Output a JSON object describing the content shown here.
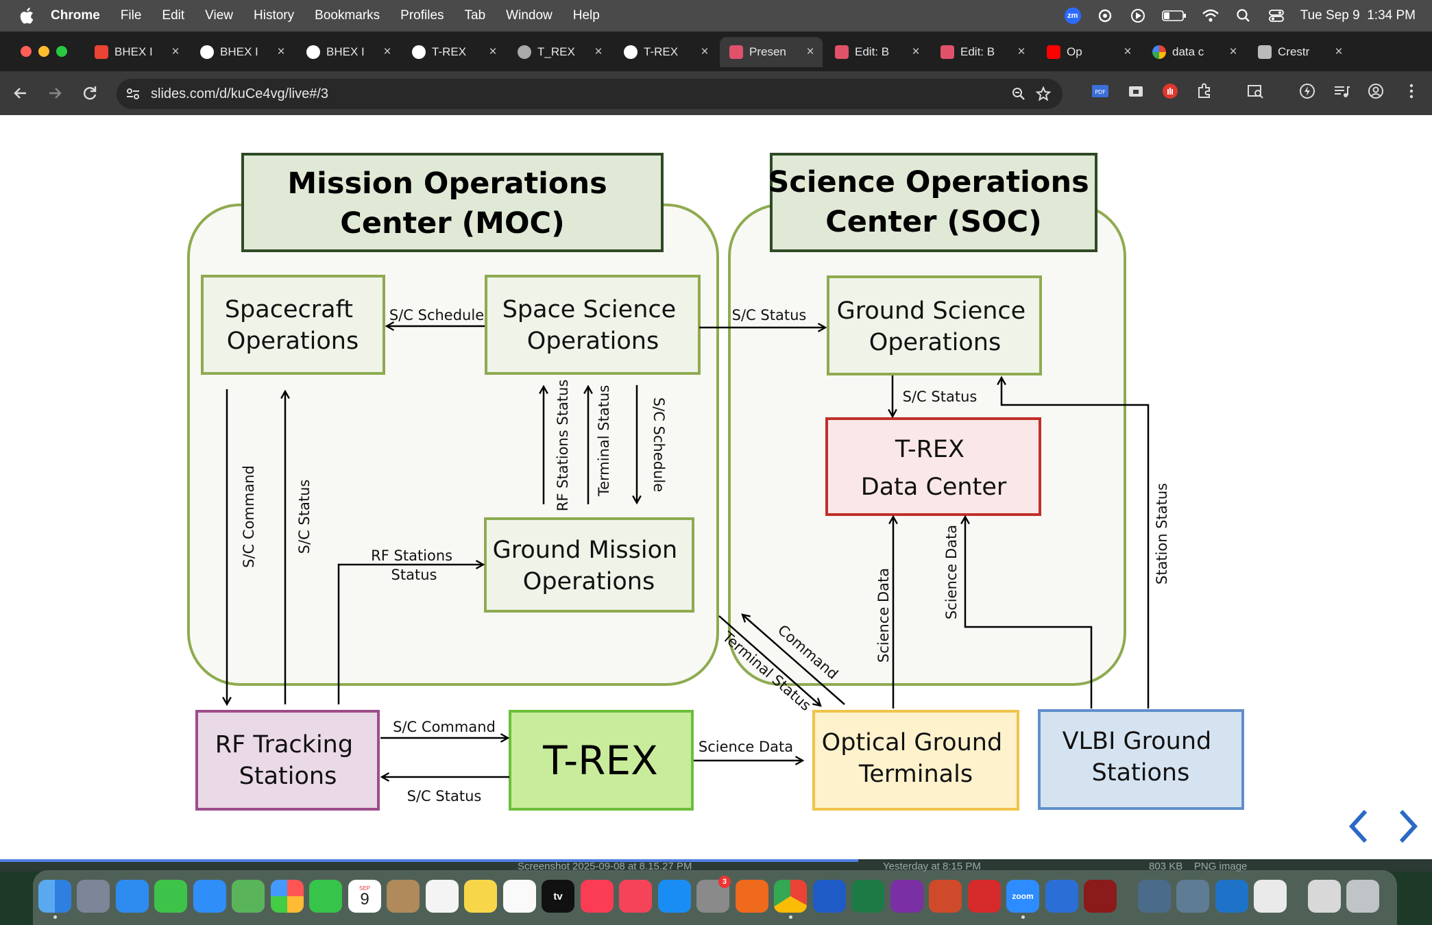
{
  "menubar": {
    "app_name": "Chrome",
    "items": [
      "File",
      "Edit",
      "View",
      "History",
      "Bookmarks",
      "Profiles",
      "Tab",
      "Window",
      "Help"
    ],
    "zoom_badge": "zm",
    "datetime": "Tue Sep 9  1:34 PM"
  },
  "tabs": [
    {
      "title": "BHEX I",
      "icon": "gmail-icon",
      "color": "#ea4335"
    },
    {
      "title": "BHEX I",
      "icon": "openai-icon",
      "color": "#ffffff"
    },
    {
      "title": "BHEX I",
      "icon": "openai-icon",
      "color": "#ffffff"
    },
    {
      "title": "T-REX",
      "icon": "openai-icon",
      "color": "#ffffff"
    },
    {
      "title": "T_REX",
      "icon": "globe-icon",
      "color": "#aaaaaa"
    },
    {
      "title": "T-REX",
      "icon": "openai-icon",
      "color": "#ffffff"
    },
    {
      "title": "Presen",
      "icon": "slides-icon",
      "color": "#e0526a",
      "active": true
    },
    {
      "title": "Edit: B",
      "icon": "slides-icon",
      "color": "#e0526a"
    },
    {
      "title": "Edit: B",
      "icon": "slides-icon",
      "color": "#e0526a"
    },
    {
      "title": "Op",
      "icon": "youtube-icon",
      "color": "#ff0000"
    },
    {
      "title": "data c",
      "icon": "google-icon",
      "color": "#4285f4"
    },
    {
      "title": "Crestr",
      "icon": "crestron-icon",
      "color": "#bbbbbb"
    }
  ],
  "toolbar": {
    "url": "slides.com/d/kuCe4vg/live#/3"
  },
  "diagram": {
    "moc_title": [
      "Mission Operations",
      "Center (MOC)"
    ],
    "soc_title": [
      "Science Operations",
      "Center (SOC)"
    ],
    "spacecraft_ops": [
      "Spacecraft",
      "Operations"
    ],
    "space_science_ops": [
      "Space Science",
      "Operations"
    ],
    "ground_mission_ops": [
      "Ground Mission",
      "Operations"
    ],
    "ground_science_ops": [
      "Ground Science",
      "Operations"
    ],
    "trex_data_center": [
      "T-REX",
      "Data Center"
    ],
    "rf_tracking": [
      "RF Tracking",
      "Stations"
    ],
    "trex": "T-REX",
    "optical_terminals": [
      "Optical Ground",
      "Terminals"
    ],
    "vlbi_stations": [
      "VLBI Ground",
      "Stations"
    ],
    "labels": {
      "sc_schedule_top": "S/C Schedule",
      "sc_status_to_soc": "S/C Status",
      "sc_command_vert": "S/C Command",
      "sc_status_vert": "S/C Status",
      "rf_stations_status_vert": "RF Stations Status",
      "terminal_status_vert": "Terminal Status",
      "sc_schedule_vert": "S/C Schedule",
      "rf_stations_status": [
        "RF Stations",
        "Status"
      ],
      "sc_status_gso": "S/C Status",
      "science_data_vert_1": "Science Data",
      "science_data_vert_2": "Science Data",
      "station_status_vert": "Station Status",
      "command_diag": "Command",
      "terminal_status_diag": "Terminal Status",
      "sc_command_bottom": "S/C Command",
      "sc_status_bottom": "S/C Status",
      "science_data_bottom": "Science Data"
    }
  },
  "peek": {
    "left": "Screenshot 2025-09-08 at 8.15.27 PM",
    "mid": "Yesterday at 8:15 PM",
    "right": "803 KB    PNG image"
  },
  "dock": {
    "calendar_month": "SEP",
    "calendar_day": "9",
    "settings_badge": "3",
    "tv_label": "tv",
    "zoom_label": "zoom"
  }
}
